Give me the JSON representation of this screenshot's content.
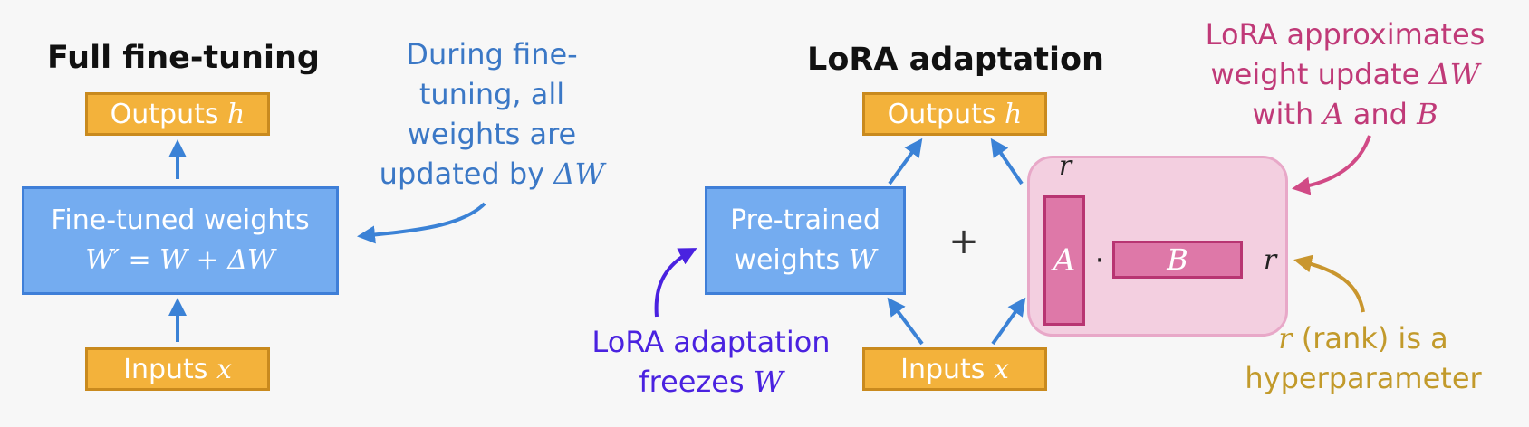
{
  "full": {
    "title": "Full fine-tuning",
    "outputs_label": "Outputs",
    "outputs_var": "h",
    "weights_line1": "Fine-tuned weights",
    "weights_line2": "W′ = W + ΔW",
    "inputs_label": "Inputs",
    "inputs_var": "x",
    "note_lines": [
      "During fine-",
      "tuning, all",
      "weights are",
      "updated by"
    ],
    "note_var": "ΔW"
  },
  "lora": {
    "title": "LoRA adaptation",
    "outputs_label": "Outputs",
    "outputs_var": "h",
    "weights_line1": "Pre-trained",
    "weights_line2": "weights",
    "weights_var": "W",
    "plus": "+",
    "inputs_label": "Inputs",
    "inputs_var": "x",
    "matrix_a": "A",
    "matrix_b": "B",
    "dot": "·",
    "rank_top": "r",
    "rank_right": "r",
    "freeze_note_line1": "LoRA adaptation",
    "freeze_note_line2": "freezes",
    "freeze_note_var": "W",
    "approx_note_line1": "LoRA approximates",
    "approx_note_line2": "weight update",
    "approx_note_line2_var": "ΔW",
    "approx_note_line3_pre": "with",
    "approx_note_line3_a": "A",
    "approx_note_line3_mid": "and",
    "approx_note_line3_b": "B",
    "rank_note_var": "r",
    "rank_note_line1": "(rank) is a",
    "rank_note_line2": "hyperparameter"
  },
  "colors": {
    "orange_fill": "#f3b23b",
    "blue_fill": "#74acf0",
    "arrow_blue": "#3b82d6",
    "pink_panel": "#f3cfe0",
    "pink_matrix": "#de78a8",
    "note_blue": "#3b78c6",
    "note_purple": "#4a22e0",
    "note_pink": "#c03a78",
    "note_gold": "#c29a2b"
  }
}
